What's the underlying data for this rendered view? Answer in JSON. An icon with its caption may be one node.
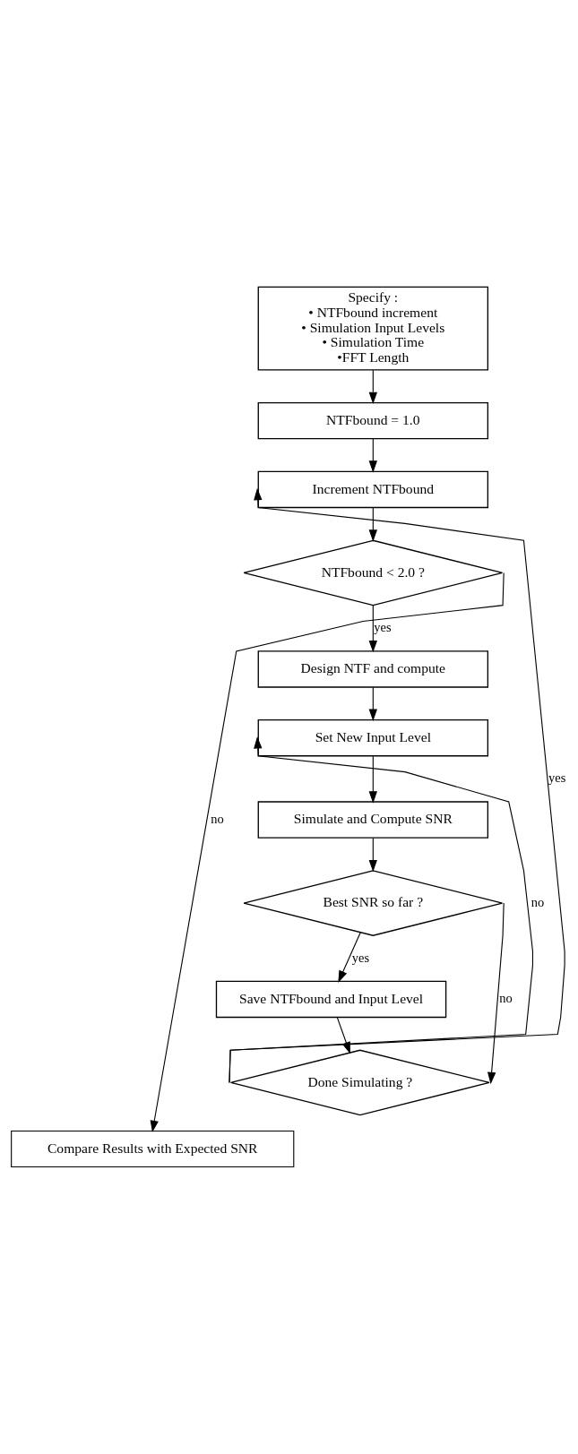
{
  "diagram": {
    "nodes": [
      {
        "text": [
          "Specify :",
          "• NTFbound increment",
          "• Simulation Input Levels",
          "• Simulation Time",
          "•FFT Length"
        ]
      },
      {
        "text": [
          "NTFbound = 1.0"
        ]
      },
      {
        "text": [
          "Increment NTFbound"
        ]
      },
      {
        "text": [
          "NTFbound < 2.0 ?"
        ]
      },
      {
        "text": [
          "Design NTF and compute"
        ]
      },
      {
        "text": [
          "Set New Input Level"
        ]
      },
      {
        "text": [
          "Simulate and Compute SNR"
        ]
      },
      {
        "text": [
          "Best SNR so far ?"
        ]
      },
      {
        "text": [
          "Save NTFbound and Input Level"
        ]
      },
      {
        "text": [
          "Done Simulating ?"
        ]
      },
      {
        "text": [
          "Compare Results with Expected SNR"
        ]
      }
    ],
    "edges": [
      {
        "from": 0,
        "to": 1,
        "arrow": "to"
      },
      {
        "from": 1,
        "to": 2,
        "arrow": "to"
      },
      {
        "from": 2,
        "to": 3,
        "arrow": "to"
      },
      {
        "from": 3,
        "to": 4,
        "arrow": "to",
        "label": "yes"
      },
      {
        "from": 3,
        "to": 10,
        "arrow": "to",
        "label": "no"
      },
      {
        "from": 4,
        "to": 5,
        "arrow": "to"
      },
      {
        "from": 5,
        "to": 6,
        "arrow": "to"
      },
      {
        "from": 6,
        "to": 7,
        "arrow": "to"
      },
      {
        "from": 7,
        "to": 8,
        "arrow": "to",
        "label": "yes"
      },
      {
        "from": 7,
        "to": 9,
        "arrow": "to",
        "label": "no"
      },
      {
        "from": 8,
        "to": 9,
        "arrow": "to"
      },
      {
        "from": 9,
        "to": 5,
        "arrow": "to",
        "label": "no"
      },
      {
        "from": 9,
        "to": 2,
        "arrow": "to",
        "label": "yes"
      }
    ]
  }
}
